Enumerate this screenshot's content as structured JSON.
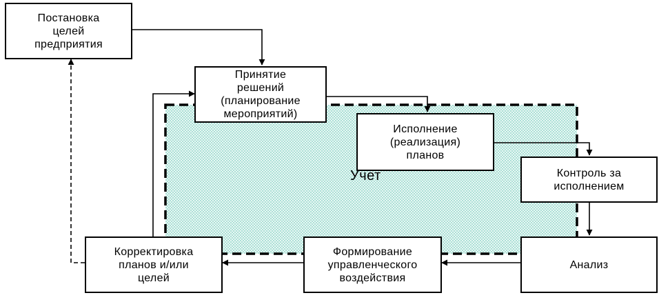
{
  "diagram": {
    "zone_label": "Учет",
    "zone_fill": "#c8ece6",
    "boxes": {
      "goal_setting": "Постановка\nцелей\nпредприятия",
      "decisions": "Принятие\nрешений\n(планирование\nмероприятий)",
      "execution": "Исполнение\n(реализация)\nпланов",
      "control": "Контроль за\nисполнением",
      "analysis": "Анализ",
      "management_action": "Формирование\nуправленческого\nвоздействия",
      "correction": "Корректировка\nпланов и/или\nцелей"
    }
  }
}
